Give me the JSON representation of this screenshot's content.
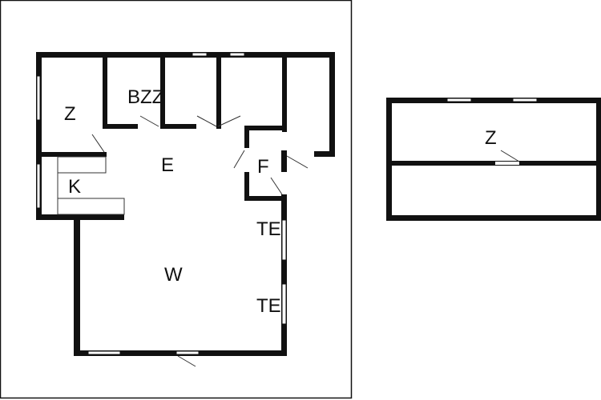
{
  "ground_floor": {
    "rooms": [
      {
        "id": "bedroom",
        "label": "Z"
      },
      {
        "id": "bathroom",
        "label": "BZZ"
      },
      {
        "id": "hall",
        "label": "E"
      },
      {
        "id": "storage",
        "label": "F"
      },
      {
        "id": "kitchen",
        "label": "K"
      },
      {
        "id": "living",
        "label": "W"
      },
      {
        "id": "terrace-door-1",
        "label": "TE"
      },
      {
        "id": "terrace-door-2",
        "label": "TE"
      }
    ]
  },
  "upper_floor": {
    "rooms": [
      {
        "id": "bedroom-upper",
        "label": "Z"
      }
    ]
  }
}
